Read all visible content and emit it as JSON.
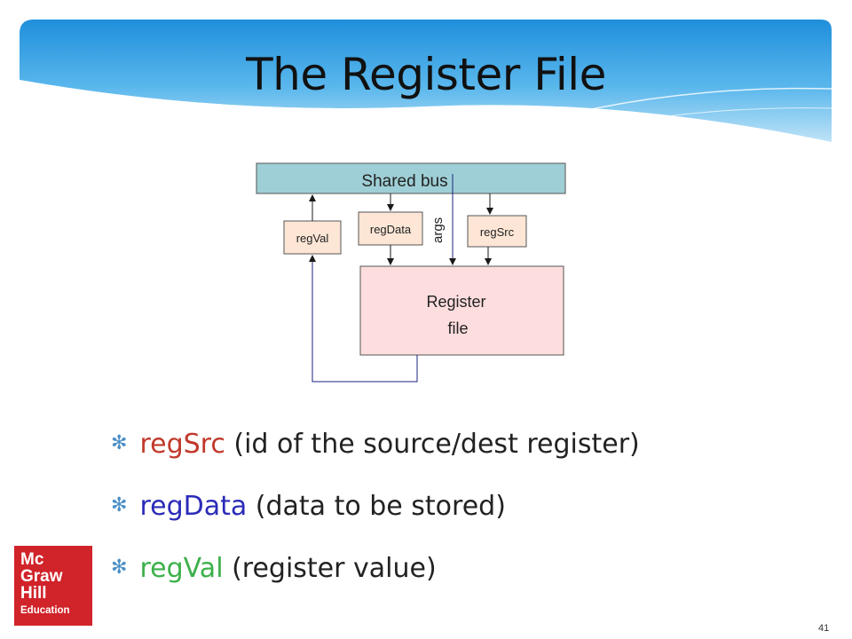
{
  "slide": {
    "title": "The Register File",
    "page_number": "41"
  },
  "diagram": {
    "shared_bus": "Shared bus",
    "reg_val": "regVal",
    "reg_data": "regData",
    "args": "args",
    "reg_src": "regSrc",
    "register_file_line1": "Register",
    "register_file_line2": "file"
  },
  "bullets": [
    {
      "term": "regSrc",
      "rest": " (id of the source/dest register)",
      "color": "#c0392b"
    },
    {
      "term": "regData",
      "rest": " (data to be stored)",
      "color": "#2b2bb8"
    },
    {
      "term": "regVal",
      "rest": " (register value)",
      "color": "#3cb04a"
    }
  ],
  "logo": {
    "line1": "Mc",
    "line2": "Graw",
    "line3": "Hill",
    "line4": "Education"
  },
  "colors": {
    "bus_fill": "#9fcfd6",
    "register_fill": "#fddddd",
    "small_box_fill": "#fde6d6",
    "wire": "#1a237e",
    "logo_red": "#d1232a"
  }
}
